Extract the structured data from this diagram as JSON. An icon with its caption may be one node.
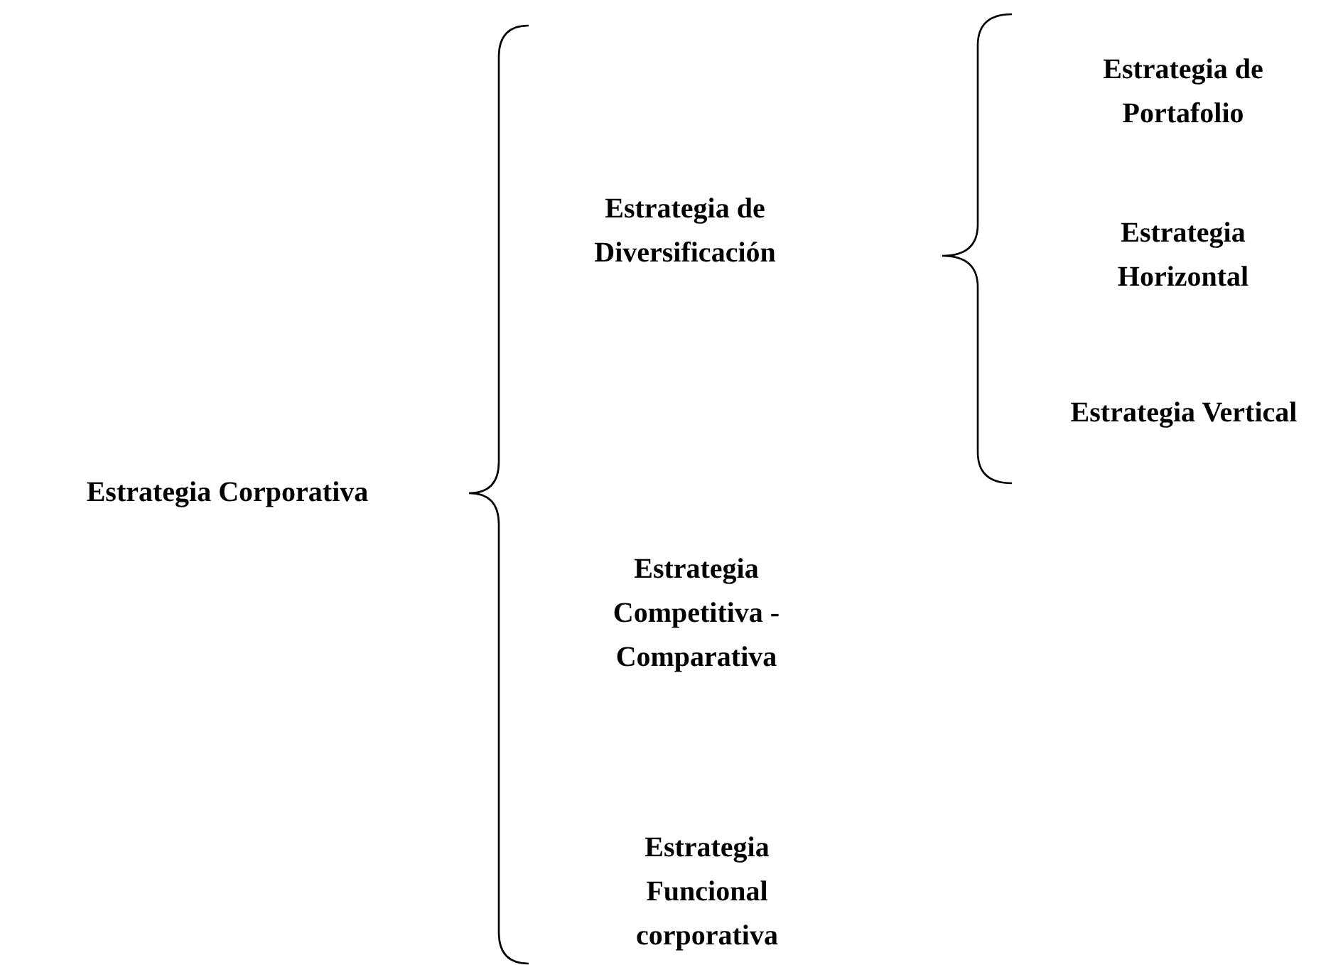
{
  "diagram": {
    "labels": [
      "Estrategia Corporativa",
      "Estrategia de Diversificación",
      "Estrategia Competitiva - Comparativa",
      "Estrategia Funcional corporativa",
      "Estrategia de Portafolio",
      "Estrategia Horizontal",
      "Estrategia Vertical"
    ]
  }
}
